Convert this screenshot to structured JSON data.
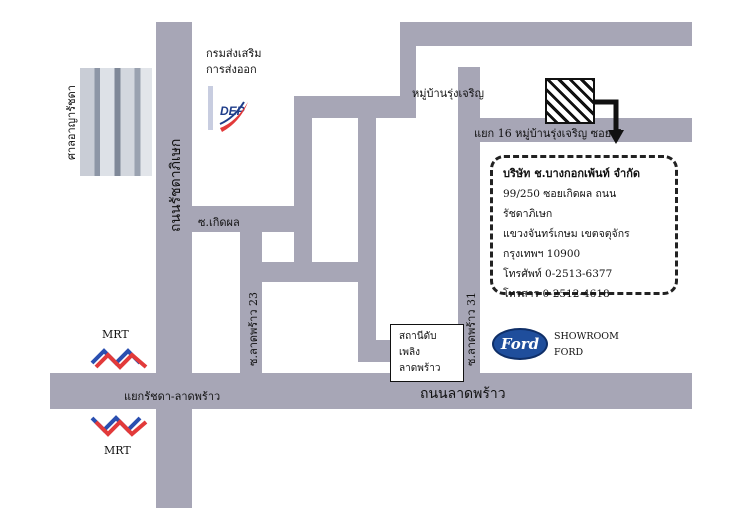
{
  "roads": {
    "ratchada": "ถนนรัชดาภิเษก",
    "ladprao": "ถนนลาดพร้าว",
    "kirdphol": "ซ.เกิดผล",
    "ladprao23": "ซ.ลาดพร้าว 23",
    "ladprao31": "ซ.ลาดพร้าว 31",
    "intersection": "แยกรัชดา-ลาดพร้าว",
    "village": "หมู่บ้านรุ่งเจริญ",
    "village_soi": "แยก 16 หมู่บ้านรุ่งเจริญ ซอย 7"
  },
  "landmarks": {
    "court": "ศาลอาญารัชดา",
    "dep_line1": "กรมส่งเสริม",
    "dep_line2": "การส่งออก",
    "dep_logo": "DEP",
    "fire_station_line1": "สถานีดับเพลิง",
    "fire_station_line2": "ลาดพร้าว",
    "showroom_line1": "SHOWROOM",
    "showroom_line2": "FORD",
    "ford_logo": "Ford",
    "mrt_top": "MRT",
    "mrt_bottom": "MRT"
  },
  "address": {
    "company": "บริษัท ช.บางกอกเพ้นท์ จำกัด",
    "line1": "99/250 ซอยเกิดผล ถนนรัชดาภิเษก",
    "line2": "แขวงจันทร์เกษม เขตจตุจักร",
    "line3": "กรุงเทพฯ 10900",
    "phone": "โทรศัพท์ 0-2513-6377",
    "fax": "โทรสาร 0-2512-4618"
  },
  "colors": {
    "road": "#a7a6b6",
    "mrt_red": "#e23a3a",
    "mrt_blue": "#2a4fb0",
    "ford_blue": "#1f4e9c"
  }
}
